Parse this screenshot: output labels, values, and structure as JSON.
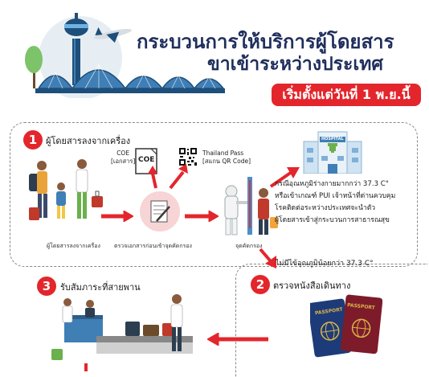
{
  "header": {
    "title_line1": "กระบวนการให้บริการผู้โดยสาร",
    "title_line2": "ขาเข้าระหว่างประเทศ",
    "date_badge": "เริ่มตั้งแต่วันที่ 1 พ.ย.นี้"
  },
  "step1": {
    "number": "1",
    "label": "ผู้โดยสารลงจากเครื่อง",
    "coe_label_line1": "COE",
    "coe_label_line2": "[เอกสาร]",
    "coe_doc_text": "COE",
    "thailand_pass_line1": "Thailand Pass",
    "thailand_pass_line2": "[สแกน QR Code]",
    "caption_passengers": "ผู้โดยสารลงจากเครื่อง",
    "caption_documents": "ตรวจเอกสารก่อนเข้าจุดคัดกรอง",
    "caption_screening": "จุดคัดกรอง",
    "hospital_sign": "HOSPITAL",
    "condition_lines": [
      "กรณีอุณหภูมิร่างกายมากกว่า 37.3 C°",
      "หรือเข้าเกณฑ์ PUI เจ้าหน้าที่ด่านควบคุม",
      "โรคติดต่อระหว่างประเทศจะนำตัว",
      "ผู้โดยสารเข้าสู่กระบวนการสาธารณสุข"
    ],
    "normal_temp": "ไม่มีไข้อุณภูมิน้อยกว่า 37.3 C°"
  },
  "step2": {
    "number": "2",
    "label": "ตรวจหนังสือเดินทาง",
    "passport_text_1": "PASSPORT",
    "passport_text_2": "PASSPORT"
  },
  "step3": {
    "number": "3",
    "label": "รับสัมภาระที่สายพาน"
  },
  "colors": {
    "red": "#e3262c",
    "navy": "#1f2e5c",
    "passport_blue": "#1d3b78",
    "passport_red": "#7d1b2a"
  }
}
